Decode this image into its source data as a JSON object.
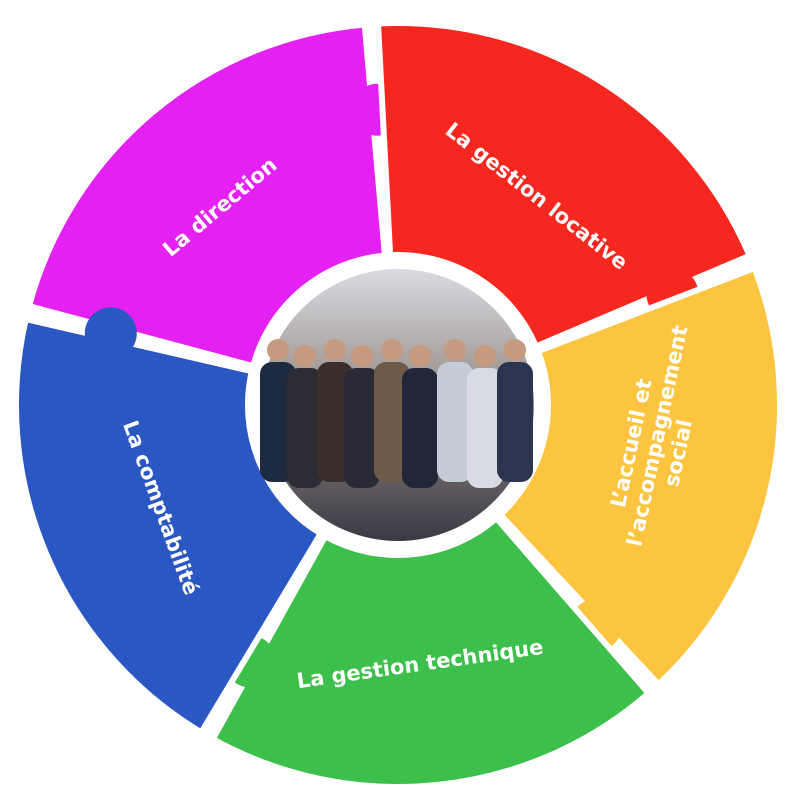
{
  "segments": [
    {
      "label": "La direction",
      "color": "#E421F2"
    },
    {
      "label": "La gestion locative",
      "color": "#F5271F"
    },
    {
      "label": "L’accueil et l’accompagnement social",
      "label_lines": [
        "L’accueil et",
        "l’accompagnement",
        "social"
      ],
      "color": "#FDC43F"
    },
    {
      "label": "La gestion technique",
      "color": "#3DBF4B"
    },
    {
      "label": "La comptabilité",
      "color": "#2B57C3"
    }
  ],
  "center_photo": {
    "description_icon": "team-photo"
  }
}
